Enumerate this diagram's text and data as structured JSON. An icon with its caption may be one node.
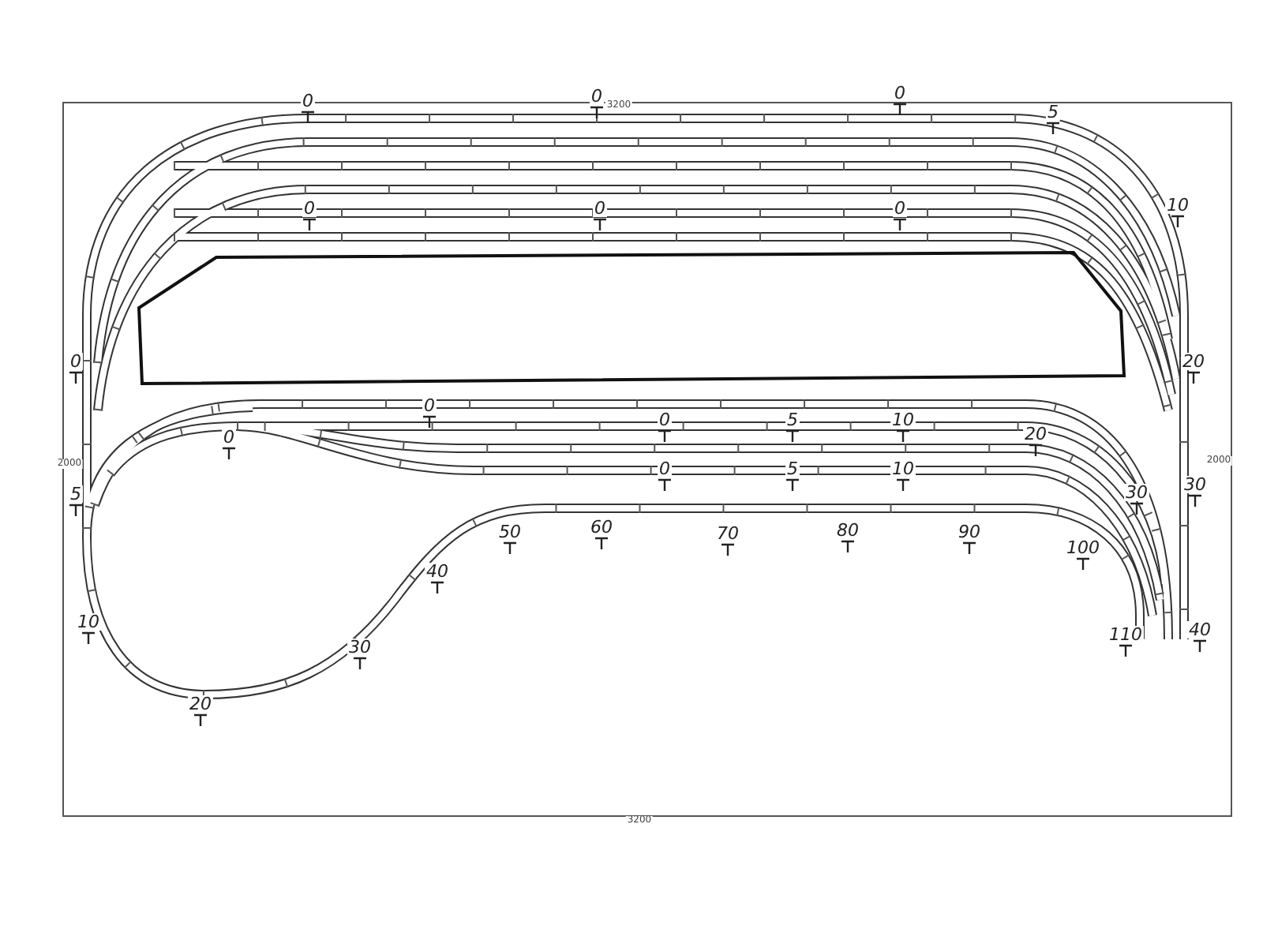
{
  "diagram": {
    "labels": [
      "3200",
      "0",
      "0",
      "0",
      "5",
      "0",
      "0",
      "0",
      "10",
      "0",
      "20",
      "0",
      "0",
      "0",
      "5",
      "10",
      "20",
      "2000",
      "2000",
      "0",
      "5",
      "10",
      "5",
      "30",
      "30",
      "50",
      "60",
      "70",
      "80",
      "90",
      "100",
      "40",
      "10",
      "110",
      "40",
      "30",
      "20",
      "3200"
    ]
  }
}
